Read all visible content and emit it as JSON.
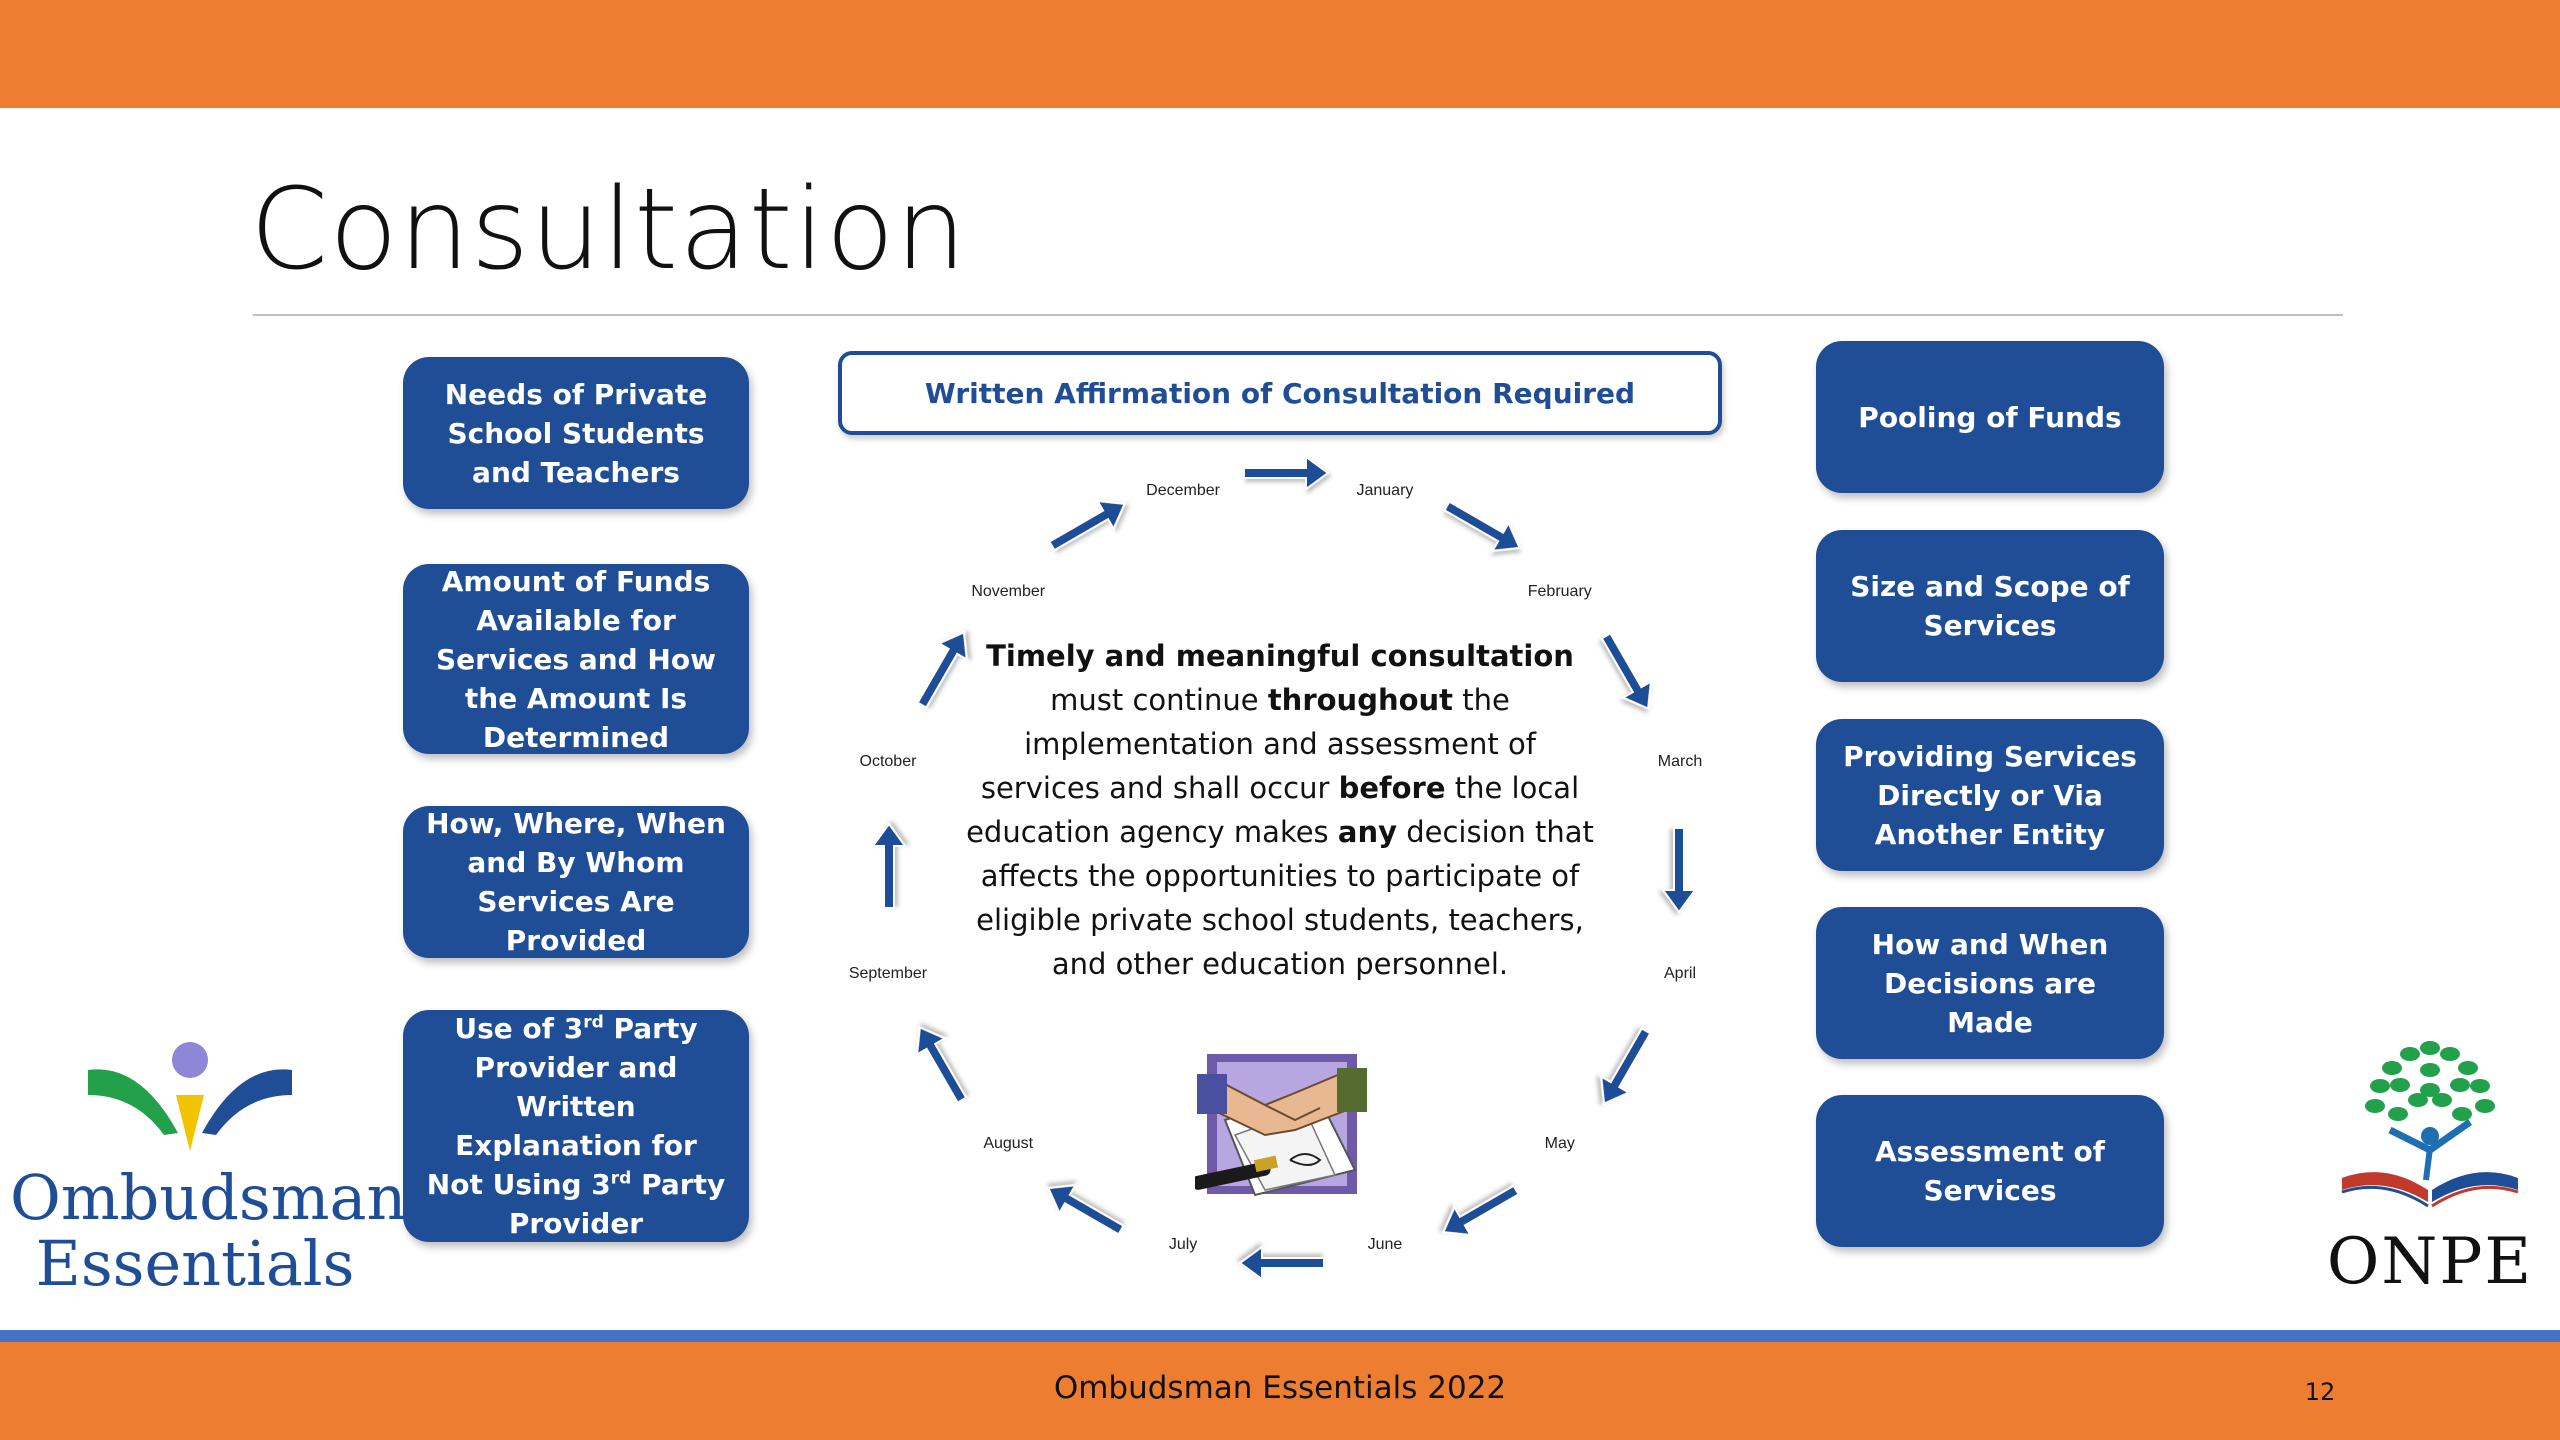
{
  "slide": {
    "title": "Consultation",
    "affirmation": "Written Affirmation of Consultation Required",
    "left_boxes": [
      {
        "label": "Needs of Private School Students and Teachers"
      },
      {
        "label": "Amount of Funds Available for Services and How the Amount Is Determined"
      },
      {
        "label": "How, Where, When and By Whom Services Are Provided"
      },
      {
        "label_parts": [
          "Use of 3",
          "rd",
          " Party Provider and Written Explanation for Not Using 3",
          "rd",
          " Party Provider"
        ]
      }
    ],
    "right_boxes": [
      {
        "label": "Pooling of Funds"
      },
      {
        "label": "Size and Scope of Services"
      },
      {
        "label": "Providing Services Directly or Via Another Entity"
      },
      {
        "label": "How and When Decisions are Made"
      },
      {
        "label": "Assessment of Services"
      }
    ],
    "months": [
      "January",
      "February",
      "March",
      "April",
      "May",
      "June",
      "July",
      "August",
      "September",
      "October",
      "November",
      "December"
    ],
    "center_text": {
      "p1": "Timely and meaningful consultation",
      "p2": "must continue",
      "p3": "throughout",
      "p4": "the implementation and assessment of services and shall occur",
      "p5": "before",
      "p6": "the local education agency makes",
      "p7": "any",
      "p8": "decision that  affects the opportunities to participate of eligible private school students, teachers, and other education personnel."
    },
    "logos": {
      "left_line1": "Ombudsman",
      "left_line2": "Essentials",
      "right": "ONPE"
    },
    "footer": {
      "text": "Ombudsman Essentials 2022",
      "page_number": "12"
    },
    "colors": {
      "orange": "#ED7D31",
      "navy": "#1F4E96",
      "accent_blue": "#4472C4",
      "green": "#22A04A",
      "gold": "#F2C300",
      "purple": "#8E86D6"
    },
    "icons": [
      "ombudsman-essentials-logo-icon",
      "onpe-tree-book-logo-icon",
      "handshake-contract-icon",
      "cycle-arrow-icon"
    ]
  }
}
